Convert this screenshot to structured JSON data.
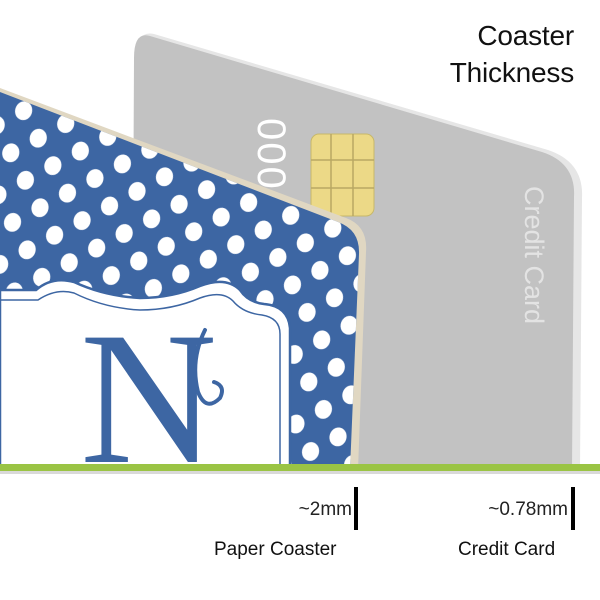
{
  "title": [
    "Coaster",
    "Thickness"
  ],
  "credit_card": {
    "number_fragment": "0000",
    "label": "Credit Card",
    "color": "#c2c2c2",
    "chip_color": "#ecd987"
  },
  "coaster": {
    "monogram": "N",
    "pattern_color": "#3d66a3",
    "dot_color": "#ffffff",
    "edge_color": "#e0d7c2"
  },
  "measurements": [
    {
      "value": "~2mm",
      "label": "Paper Coaster"
    },
    {
      "value": "~0.78mm",
      "label": "Credit Card"
    }
  ],
  "accent_colors": {
    "green_stripe": "#9ac444",
    "gray_stripe": "#d9d9d9"
  }
}
